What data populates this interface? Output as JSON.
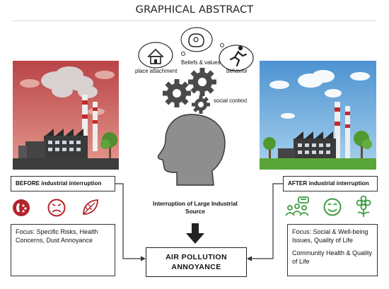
{
  "title": "GRAPHICAL ABSTRACT",
  "concepts": {
    "place_attachment": "place attachment",
    "beliefs_values": "Beliefs & values",
    "behavior": "behavior",
    "social_context": "social context"
  },
  "before": {
    "label": "BEFORE industrial interruption",
    "icons": [
      "cough-icon",
      "sad-face-icon",
      "leaf-icon"
    ],
    "focus_text": "Focus: Specific Risks, Health Concerns, Dust Annoyance",
    "sky_color": "#c85a5a"
  },
  "after": {
    "label": "AFTER industrial interruption",
    "icons": [
      "community-icon",
      "happy-face-icon",
      "flower-icon"
    ],
    "focus_text": "Focus: Social & Well-being Issues, Quality of Life",
    "focus_text_2": "Community Health & Quality of Life",
    "sky_color": "#6aa9dc"
  },
  "center": {
    "interruption_text": "Interruption of Large Industrial Source",
    "outcome_text": "AIR POLLUTION ANNOYANCE"
  },
  "colors": {
    "before_accent": "#b3242c",
    "after_accent": "#3f9b43",
    "gear": "#4a4a4a",
    "head": "#8e8e8e"
  }
}
